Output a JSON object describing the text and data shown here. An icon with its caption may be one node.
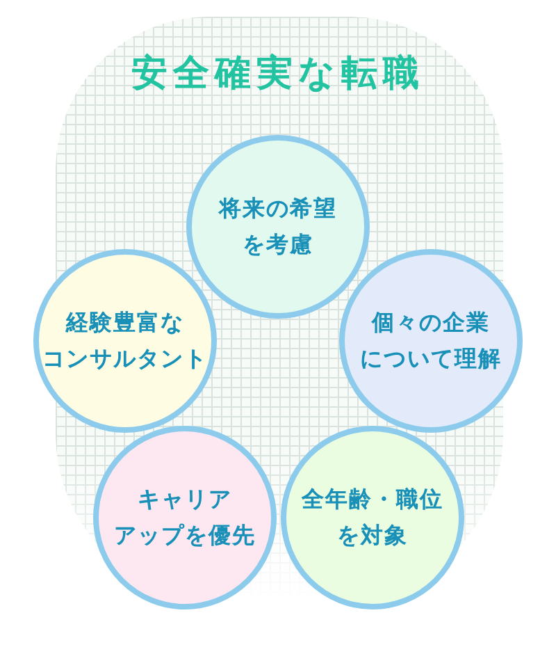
{
  "diagram": {
    "title": "安全確実な転職",
    "nodes": [
      {
        "text": [
          "将来の希望を考慮"
        ]
      },
      {
        "text": [
          "経験豊富なコンサルタント"
        ]
      },
      {
        "text": [
          "個々の企業について理解"
        ]
      },
      {
        "text": [
          "キャリアアップを優先"
        ]
      },
      {
        "text": [
          "全年齢・職位を対象"
        ]
      }
    ]
  }
}
